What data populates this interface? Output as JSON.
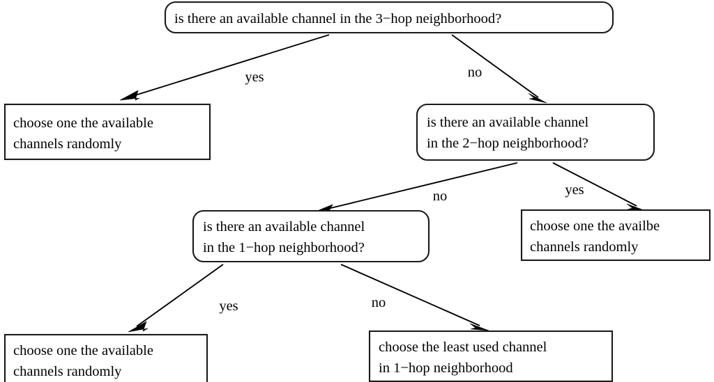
{
  "diagram": {
    "title": "channel selection decision flowchart",
    "background_color": "#ffffff",
    "line_color": "#000000",
    "text_color": "#000000",
    "nodes": [
      {
        "id": "q3hop",
        "shape": "rounded-rectangle",
        "lines": [
          "is there an available channel in the 3−hop neighborhood?"
        ]
      },
      {
        "id": "choose-3hop",
        "shape": "rectangle",
        "lines": [
          "choose one the available",
          "channels randomly"
        ]
      },
      {
        "id": "q2hop",
        "shape": "rounded-rectangle",
        "lines": [
          "is there an available channel",
          "in the 2−hop neighborhood?"
        ]
      },
      {
        "id": "q1hop",
        "shape": "rounded-rectangle",
        "lines": [
          "is there an available channel",
          "in the 1−hop neighborhood?"
        ]
      },
      {
        "id": "choose-2hop",
        "shape": "rectangle",
        "lines": [
          "choose one the availbe",
          "channels randomly"
        ]
      },
      {
        "id": "choose-1hop",
        "shape": "rectangle",
        "lines": [
          "choose one the available",
          "channels randomly"
        ]
      },
      {
        "id": "choose-least-used",
        "shape": "rectangle",
        "lines": [
          "choose the least used channel",
          "in 1−hop neighborhood"
        ]
      }
    ],
    "edges": [
      {
        "id": "e1",
        "from": "q3hop",
        "to": "choose-3hop",
        "label": "yes"
      },
      {
        "id": "e2",
        "from": "q3hop",
        "to": "q2hop",
        "label": "no"
      },
      {
        "id": "e3",
        "from": "q2hop",
        "to": "q1hop",
        "label": "no"
      },
      {
        "id": "e4",
        "from": "q2hop",
        "to": "choose-2hop",
        "label": "yes"
      },
      {
        "id": "e5",
        "from": "q1hop",
        "to": "choose-1hop",
        "label": "yes"
      },
      {
        "id": "e6",
        "from": "q1hop",
        "to": "choose-least-used",
        "label": "no"
      }
    ]
  }
}
